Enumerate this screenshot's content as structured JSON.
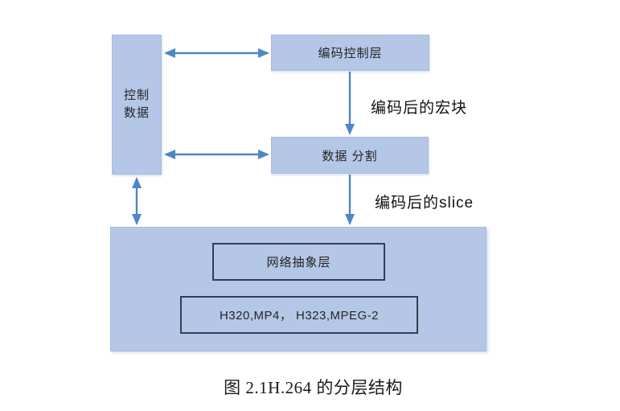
{
  "diagram": {
    "boxes": {
      "control_data": {
        "line1": "控制",
        "line2": "数据"
      },
      "encode_control": {
        "label": "编码控制层"
      },
      "data_partition": {
        "label": "数据 分割"
      },
      "nal": {
        "label": "网络抽象层"
      },
      "protocols": {
        "label": "H320,MP4， H323,MPEG-2"
      }
    },
    "annotations": {
      "macroblock": "编码后的宏块",
      "slice": "编码后的slice"
    },
    "caption": "图 2.1H.264 的分层结构",
    "colors": {
      "box_fill": "#b4c7e7",
      "box_border": "#a9bbdf",
      "inner_box_border": "#333f50",
      "arrow": "#4f86c6",
      "text": "#252525",
      "caption_text": "#1a1a1a",
      "background": "#ffffff"
    }
  }
}
